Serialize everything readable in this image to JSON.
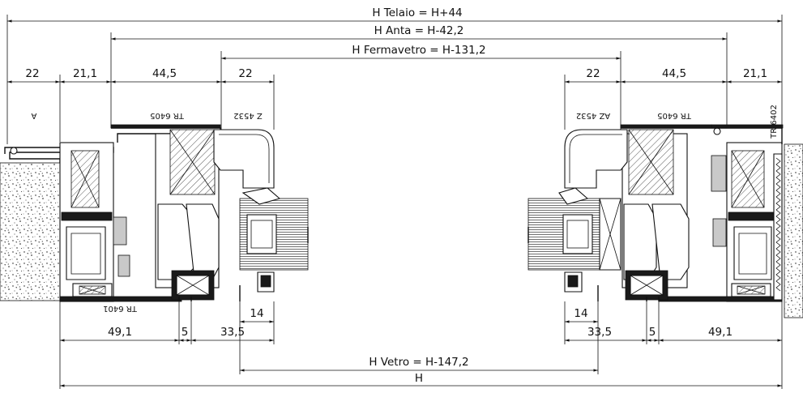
{
  "dimensions": {
    "telaio": "H Telaio = H+44",
    "anta": "H Anta = H-42,2",
    "fermavetro": "H Fermavetro = H-131,2",
    "vetro": "H Vetro = H-147,2",
    "h": "H"
  },
  "left_top": {
    "d1": "22",
    "d2": "21,1",
    "d3": "44,5",
    "d4": "22"
  },
  "right_top": {
    "d1": "22",
    "d2": "44,5",
    "d3": "21,1"
  },
  "left_bottom": {
    "d1": "49,1",
    "d2": "5",
    "d3": "33,5",
    "d4": "14"
  },
  "right_bottom": {
    "d1": "14",
    "d2": "33,5",
    "d3": "5",
    "d4": "49,1"
  },
  "labels": {
    "left_a": "A",
    "left_tr6405": "TR 6405",
    "left_z4532": "Z 4532",
    "left_tr6401": "TR 6401",
    "right_az4532": "AZ 4532",
    "right_tr6405": "TR 6405",
    "right_tr6402": "TR 6402"
  }
}
